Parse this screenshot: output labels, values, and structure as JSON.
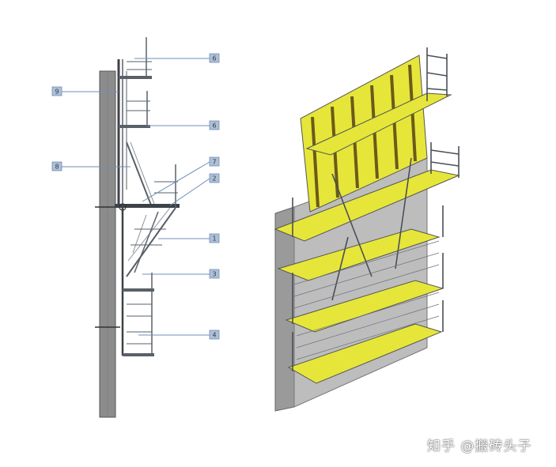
{
  "callouts": [
    {
      "id": "c6a",
      "label": "6"
    },
    {
      "id": "c9",
      "label": "9"
    },
    {
      "id": "c6b",
      "label": "6"
    },
    {
      "id": "c8",
      "label": "8"
    },
    {
      "id": "c7",
      "label": "7"
    },
    {
      "id": "c2",
      "label": "2"
    },
    {
      "id": "c1",
      "label": "1"
    },
    {
      "id": "c3",
      "label": "3"
    },
    {
      "id": "c4",
      "label": "4"
    }
  ],
  "watermark": "知乎 @搬砖头子",
  "colors": {
    "concrete": "#8c8c8c",
    "platform_yellow": "#e6e63a",
    "steel": "#5a6068",
    "callout_box": "#aebfd6",
    "leader": "#6f8fb8"
  }
}
